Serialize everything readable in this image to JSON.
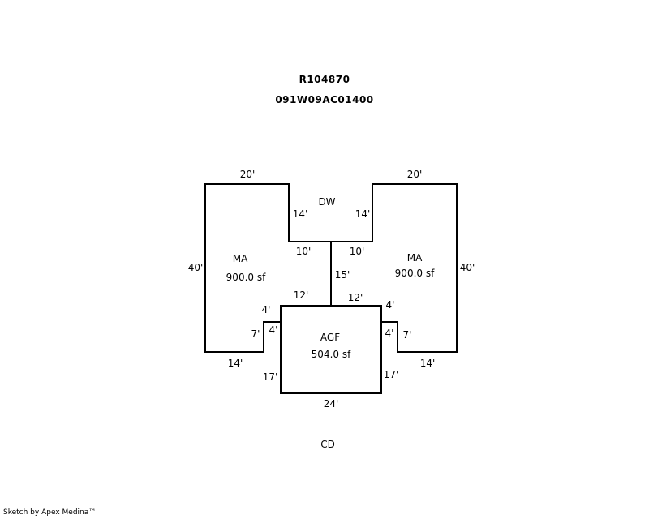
{
  "header": {
    "account_id": "R104870",
    "map_number": "091W09AC01400"
  },
  "areas": {
    "left_ma": {
      "label": "MA",
      "size": "900.0 sf"
    },
    "right_ma": {
      "label": "MA",
      "size": "900.0 sf"
    },
    "agf": {
      "label": "AGF",
      "size": "504.0 sf"
    },
    "dw": {
      "label": "DW"
    },
    "cd": {
      "label": "CD"
    }
  },
  "dimensions": {
    "left_top": "20'",
    "left_side": "40'",
    "left_bottom": "14'",
    "left_step_v": "7'",
    "left_step_h": "4'",
    "left_inner": "14'",
    "left_notch": "10'",
    "right_top": "20'",
    "right_side": "40'",
    "right_bottom": "14'",
    "right_step_v": "7'",
    "right_step_h": "4'",
    "right_inner": "14'",
    "right_notch": "10'",
    "connector": "15'",
    "agf_top_left": "12'",
    "agf_top_right": "12'",
    "agf_left_upper": "4'",
    "agf_right_upper": "4'",
    "agf_left": "17'",
    "agf_right": "17'",
    "agf_bottom": "24'"
  },
  "footer": {
    "credit": "Sketch by Apex Medina™"
  }
}
